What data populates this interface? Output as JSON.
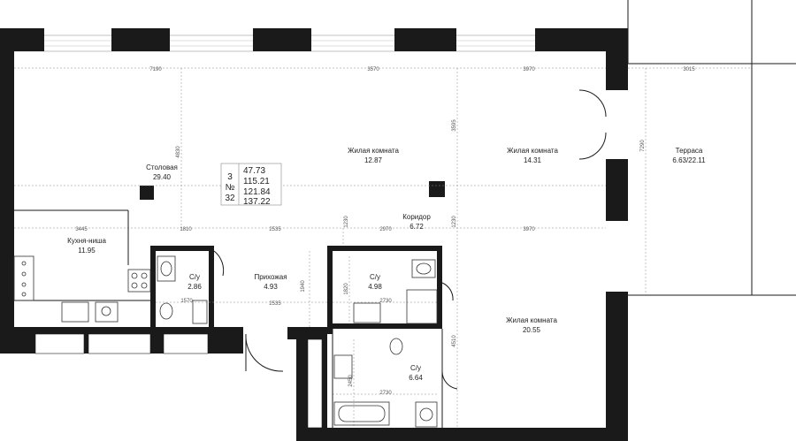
{
  "plan": {
    "rooms": {
      "dining": {
        "name": "Столовая",
        "area": "29.40"
      },
      "living1": {
        "name": "Жилая комната",
        "area": "12.87"
      },
      "living2": {
        "name": "Жилая комната",
        "area": "14.31"
      },
      "terrace": {
        "name": "Терраса",
        "area": "6.63/22.11"
      },
      "kitchen": {
        "name": "Кухня-ниша",
        "area": "11.95"
      },
      "corridor": {
        "name": "Коридор",
        "area": "6.72"
      },
      "bath1": {
        "name": "С/у",
        "area": "2.86"
      },
      "hallway": {
        "name": "Прихожая",
        "area": "4.93"
      },
      "bath2": {
        "name": "С/у",
        "area": "4.98"
      },
      "living3": {
        "name": "Жилая комната",
        "area": "20.55"
      },
      "bath3": {
        "name": "С/у",
        "area": "6.64"
      }
    },
    "info": {
      "rooms_count": "3",
      "number_sign": "№",
      "apt_number": "32",
      "areas": [
        "47.73",
        "115.21",
        "121.84",
        "137.22"
      ]
    },
    "dims_h": [
      "7190",
      "3570",
      "3970",
      "3015",
      "3445",
      "1810",
      "2535",
      "2970",
      "3970",
      "1570",
      "2535",
      "2730",
      "2730"
    ],
    "dims_v": [
      "4830",
      "3595",
      "7290",
      "1230",
      "1230",
      "1940",
      "1820",
      "4510",
      "2450"
    ]
  }
}
